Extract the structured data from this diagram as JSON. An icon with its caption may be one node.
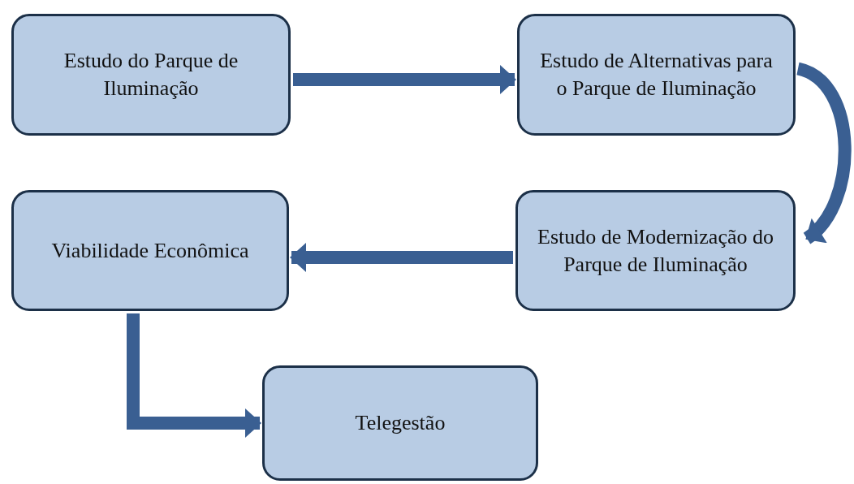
{
  "diagram": {
    "nodes": [
      {
        "text": [
          "Estudo do Parque de Iluminação"
        ]
      },
      {
        "text": [
          "Estudo de Alternativas para o Parque de Iluminação"
        ]
      },
      {
        "text": [
          "Viabilidade Econômica"
        ]
      },
      {
        "text": [
          "Estudo de Modernização do Parque de Iluminação"
        ]
      },
      {
        "text": [
          "Telegestão"
        ]
      }
    ],
    "edges": [
      {
        "from": 0,
        "to": 1,
        "arrow": "to"
      },
      {
        "from": 1,
        "to": 3,
        "arrow": "to"
      },
      {
        "from": 3,
        "to": 2,
        "arrow": "to"
      },
      {
        "from": 2,
        "to": 4,
        "arrow": "to"
      }
    ]
  }
}
